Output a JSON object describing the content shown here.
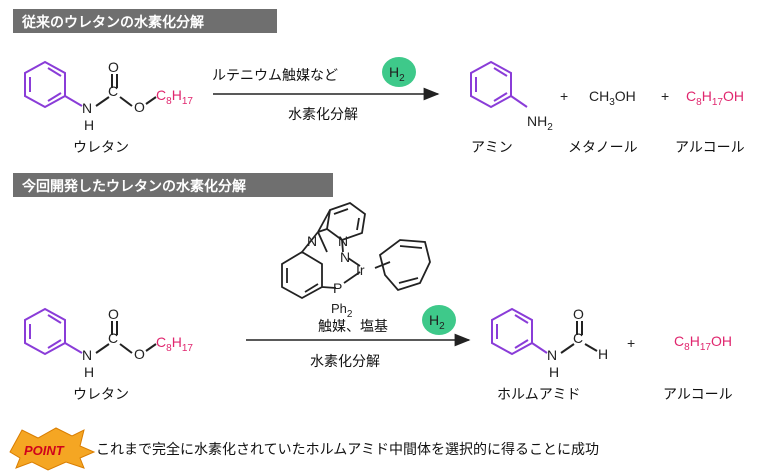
{
  "section1": {
    "header": "従来のウレタンの水素化分解",
    "reactant_name": "ウレタン",
    "alkyl": "C8H17",
    "condition_top": "ルテニウム触媒など",
    "h2": "H2",
    "condition_bottom": "水素化分解",
    "plus": "+",
    "methanol": "CH3OH",
    "alcohol": "C8H17OH",
    "product1": "アミン",
    "product2": "メタノール",
    "product3": "アルコール"
  },
  "section2": {
    "header": "今回開発したウレタンの水素化分解",
    "reactant_name": "ウレタン",
    "alkyl": "C8H17",
    "catalyst_metal": "Ir",
    "condition_top": "触媒、塩基",
    "h2": "H2",
    "condition_bottom": "水素化分解",
    "plus": "+",
    "alcohol": "C8H17OH",
    "product1": "ホルムアミド",
    "product2": "アルコール"
  },
  "point": {
    "badge": "POINT",
    "text": "これまで完全に水素化されていたホルムアミド中間体を選択的に得ることに成功"
  },
  "colors": {
    "header_bg": "#6f6f6f",
    "benzene": "#8a3cd8",
    "alkyl": "#e0266e",
    "h2_circle": "#3ec98a",
    "point_badge": "#f5a623"
  }
}
